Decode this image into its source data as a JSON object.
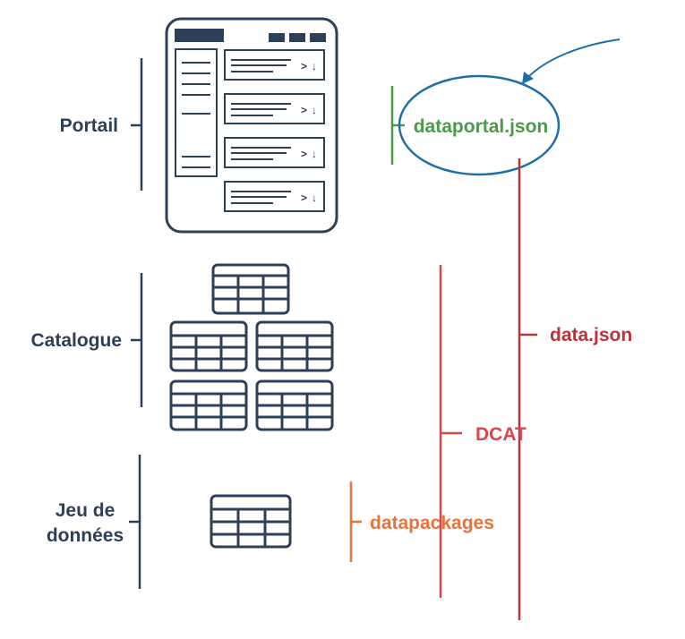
{
  "levels": {
    "portal": "Portail",
    "catalog": "Catalogue",
    "dataset_line1": "Jeu de",
    "dataset_line2": "données"
  },
  "standards": {
    "dataportal": "dataportal.json",
    "datajson": "data.json",
    "dcat": "DCAT",
    "datapackages": "datapackages"
  },
  "colors": {
    "navy": "#2e4057",
    "green": "#4c9a4c",
    "dark_red": "#b7343a",
    "red": "#d9454b",
    "orange": "#e8733c",
    "blue": "#1f6fa7"
  },
  "icons": {
    "portal": "portal-window-icon",
    "catalog": "catalog-tables-icon",
    "dataset": "dataset-table-icon"
  }
}
